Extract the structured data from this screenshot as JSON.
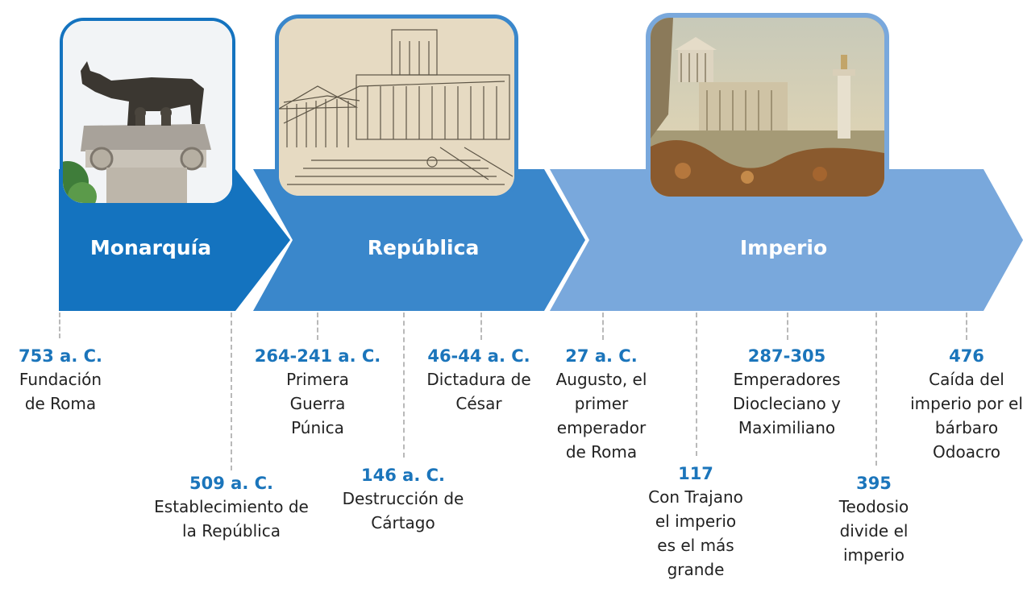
{
  "eras": [
    {
      "label": "Monarquía",
      "image": "capitoline-wolf-photo",
      "color": "#1473bf"
    },
    {
      "label": "República",
      "image": "roman-architecture-engraving",
      "color": "#3a87cb"
    },
    {
      "label": "Imperio",
      "image": "course-of-empire-painting",
      "color": "#79a8dc"
    }
  ],
  "events": [
    {
      "date": "753 a. C.",
      "desc": "Fundación de Roma"
    },
    {
      "date": "509 a. C.",
      "desc": "Establecimiento de la República"
    },
    {
      "date": "264-241 a. C.",
      "desc": "Primera Guerra Púnica"
    },
    {
      "date": "146 a. C.",
      "desc": "Destrucción de Cártago"
    },
    {
      "date": "46-44 a. C.",
      "desc": "Dictadura de César"
    },
    {
      "date": "27 a. C.",
      "desc": "Augusto, el primer emperador de Roma"
    },
    {
      "date": "117",
      "desc": "Con Trajano el imperio es el más grande"
    },
    {
      "date": "287-305",
      "desc": "Emperadores Diocleciano y Maximiliano"
    },
    {
      "date": "395",
      "desc": "Teodosio divide el imperio"
    },
    {
      "date": "476",
      "desc": "Caída del imperio por el bárbaro Odoacro"
    }
  ]
}
